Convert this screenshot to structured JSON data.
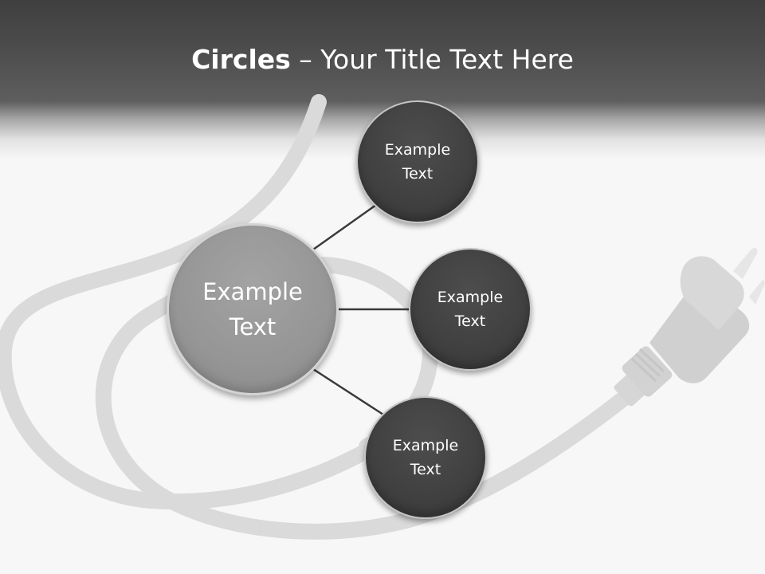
{
  "title": {
    "bold": "Circles",
    "rest": " – Your Title Text Here"
  },
  "diagram": {
    "center": {
      "text": "Example\nText"
    },
    "satellites": [
      {
        "text": "Example\nText"
      },
      {
        "text": "Example\nText"
      },
      {
        "text": "Example\nText"
      }
    ]
  },
  "colors": {
    "header": "#4a4a4a",
    "center_fill": "#969696",
    "satellite_fill": "#404040",
    "cord": "#dcdcdc",
    "connector": "#3a3a3a"
  },
  "background_image": "power-cord-plug"
}
